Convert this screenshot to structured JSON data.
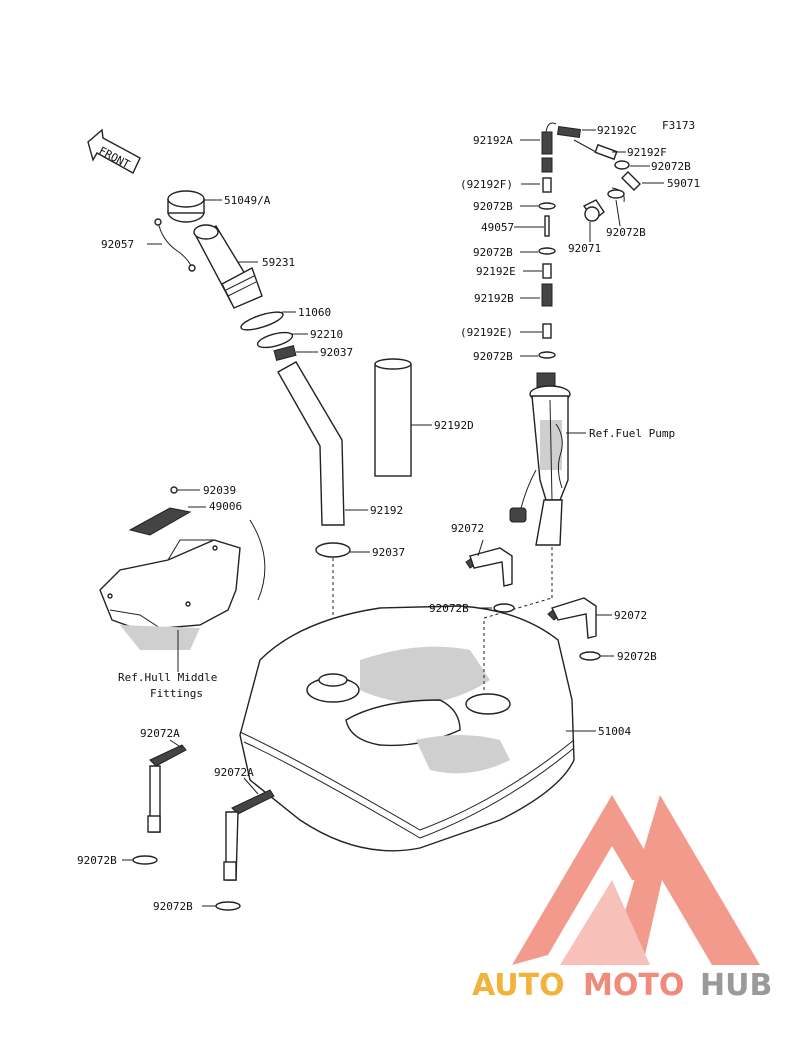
{
  "figure_code": "F3173",
  "front_arrow": "FRONT",
  "labels": {
    "fuel_cap": "51049/A",
    "strap_cord": "92057",
    "filler_neck": "59231",
    "gasket_11060": "11060",
    "ring_92210": "92210",
    "clamp_upper": "92037",
    "sleeve_92192D": "92192D",
    "hose_92192": "92192",
    "clamp_lower": "92037",
    "screw_92039": "92039",
    "grommet_49006": "49006",
    "hull_ref_line1": "Ref.Hull Middle",
    "hull_ref_line2": "Fittings",
    "tank": "51004",
    "band_left_1": "92072A",
    "band_left_2": "92072A",
    "clip_left_1": "92072B",
    "clip_left_2": "92072B",
    "band_right_upper": "92072",
    "band_right_lower": "92072",
    "clip_right_upper": "92072B",
    "clip_right_lower": "92072B",
    "tube_92192A": "92192A",
    "tube_92192C": "92192C",
    "tube_92192F": "92192F",
    "clip_top_right": "92072B",
    "valve_59071": "59071",
    "tube_92192F_paren": "(92192F)",
    "clip_col_1": "92072B",
    "clip_right_2": "92072B",
    "check_valve_49057": "49057",
    "filter_92071": "92071",
    "clip_col_2": "92072B",
    "tube_92192E": "92192E",
    "tube_92192B": "92192B",
    "tube_92192E_paren": "(92192E)",
    "clip_col_3": "92072B",
    "fuel_pump_ref": "Ref.Fuel Pump"
  },
  "watermark": {
    "part1": "AUTO",
    "part2": "MOTO",
    "part3": "HUB",
    "color_auto": "#f2b33d",
    "color_moto": "#f08a7a",
    "color_hub": "#9a9a9a",
    "logo_color": "#f08a7a"
  }
}
